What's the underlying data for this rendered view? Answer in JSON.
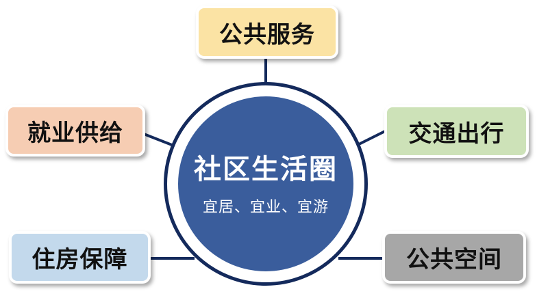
{
  "center": {
    "title": "社区生活圈",
    "subtitle": "宜居、宜业、宜游",
    "fill_color": "#3a5d9c",
    "ring_color": "#142a5c"
  },
  "nodes": [
    {
      "id": "public-services",
      "label": "公共服务",
      "color": "#fbe3a4",
      "position": "top"
    },
    {
      "id": "employment",
      "label": "就业供给",
      "color": "#f6cdb3",
      "position": "left"
    },
    {
      "id": "transportation",
      "label": "交通出行",
      "color": "#cde2b8",
      "position": "right"
    },
    {
      "id": "housing",
      "label": "住房保障",
      "color": "#c3d9ec",
      "position": "bottom-left"
    },
    {
      "id": "public-space",
      "label": "公共空间",
      "color": "#a7a7a7",
      "position": "bottom-right"
    }
  ],
  "connector_color": "#142a5c"
}
